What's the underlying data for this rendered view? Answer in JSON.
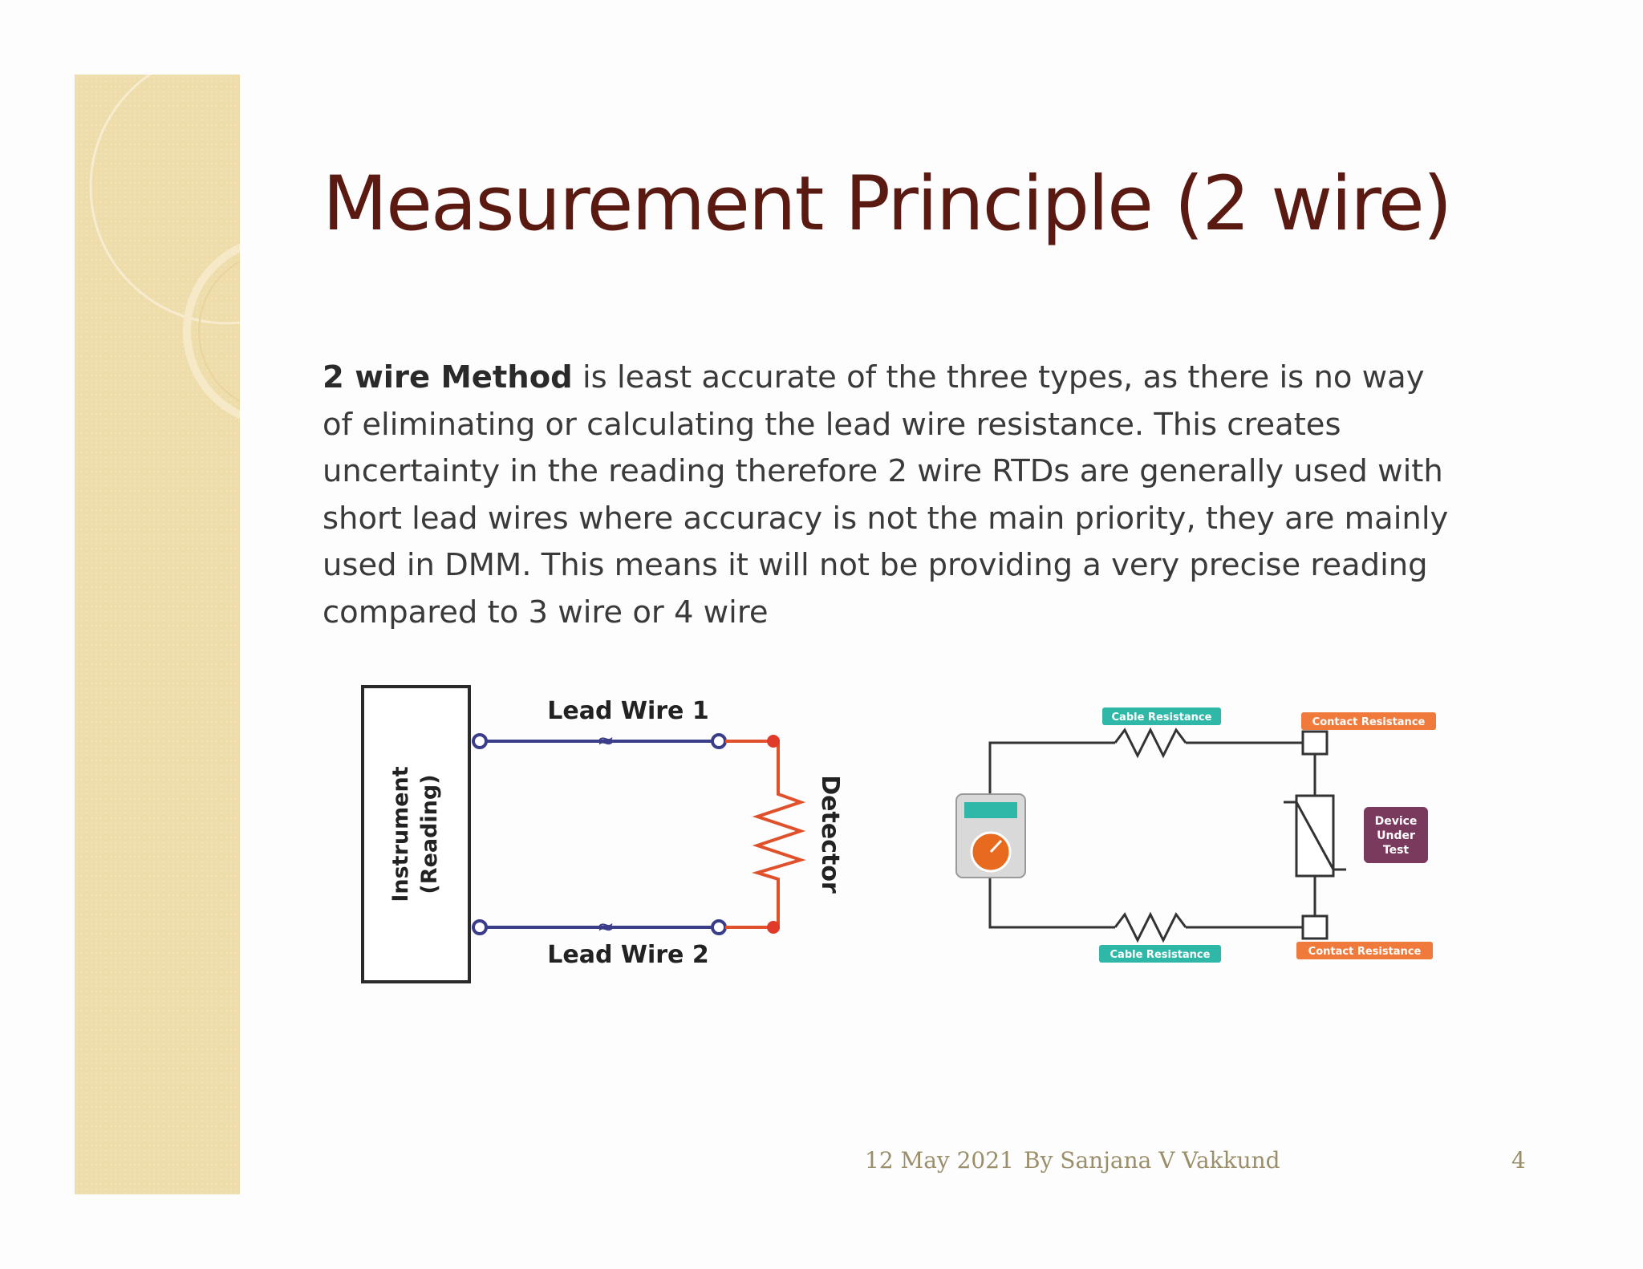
{
  "slide": {
    "title": "Measurement Principle (2 wire)",
    "body_bold": "2 wire Method",
    "body_rest": " is least accurate of the three types, as there is no way of eliminating or calculating the lead wire resistance. This creates uncertainty in the reading therefore 2 wire RTDs are generally used with short lead wires where accuracy is not the main priority, they are mainly used in DMM. This means it will not be providing a very precise reading compared to 3 wire or 4 wire"
  },
  "diagram_left": {
    "lead_wire_1": "Lead Wire 1",
    "lead_wire_2": "Lead Wire 2",
    "instrument_line1": "Instrument",
    "instrument_line2": "(Reading)",
    "detector": "Detector"
  },
  "diagram_right": {
    "cable_resistance_top": "Cable Resistance",
    "cable_resistance_bottom": "Cable Resistance",
    "contact_resistance_top": "Contact Resistance",
    "contact_resistance_bottom": "Contact Resistance",
    "device_line1": "Device",
    "device_line2": "Under",
    "device_line3": "Test",
    "colors": {
      "cable_label": "#2fb8a8",
      "contact_label": "#f07a3c",
      "device_label": "#7a3a5e",
      "meter_dial": "#e86a1e"
    }
  },
  "footer": {
    "date": "12 May 2021",
    "author": "By Sanjana V Vakkund",
    "page": "4"
  },
  "colors": {
    "title": "#5a1a12",
    "side_band": "#eedcaa",
    "left_wire": "#3a3d8a",
    "detector_wire": "#e0502a"
  }
}
